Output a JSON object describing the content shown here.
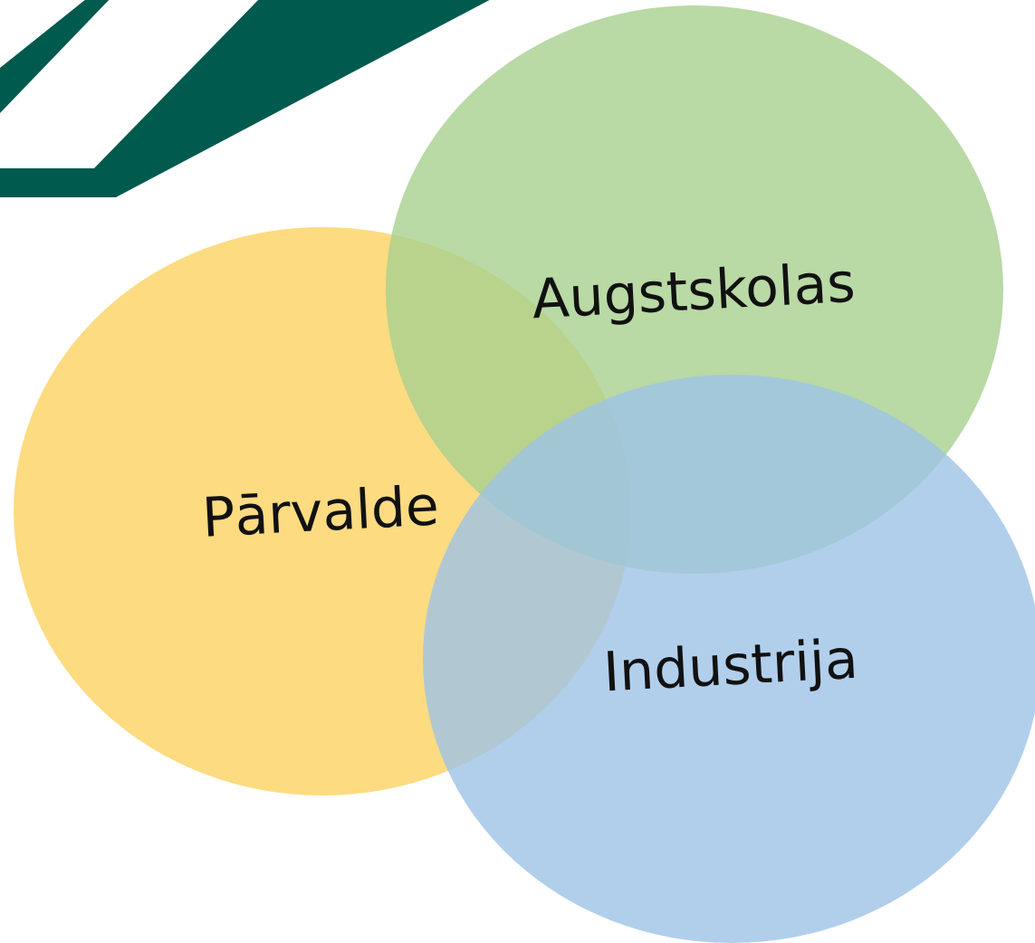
{
  "diagram": {
    "type": "venn",
    "sets": [
      {
        "id": "parvalde",
        "label": "Pārvalde",
        "color": "#FCD56B",
        "opacity": 0.85
      },
      {
        "id": "augstskolas",
        "label": "Augstskolas",
        "color": "#A8CF8E",
        "opacity": 0.8
      },
      {
        "id": "industrija",
        "label": "Industrija",
        "color": "#9DC3E6",
        "opacity": 0.8
      }
    ],
    "decoration": {
      "logo_color": "#005A4E"
    }
  }
}
